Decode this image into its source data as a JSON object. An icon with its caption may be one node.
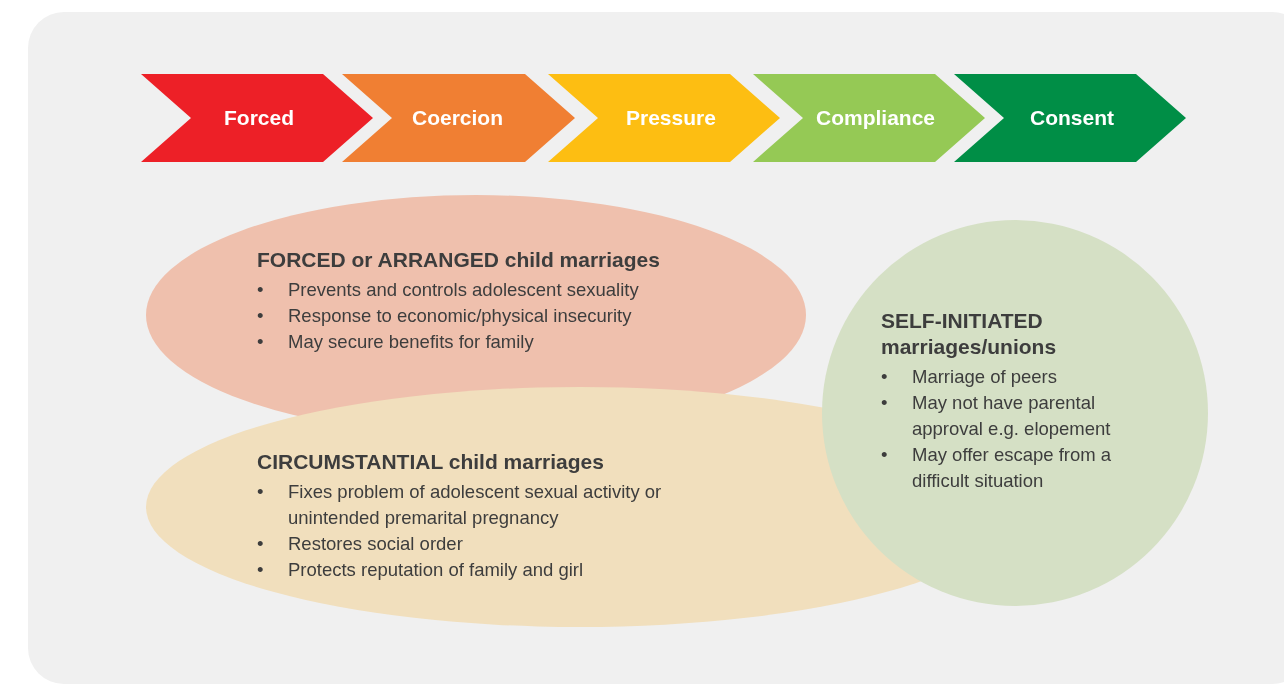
{
  "diagram": {
    "nodes": [
      {
        "text": [
          "Forced"
        ]
      },
      {
        "text": [
          "Coercion"
        ]
      },
      {
        "text": [
          "Pressure"
        ]
      },
      {
        "text": [
          "Compliance"
        ]
      },
      {
        "text": [
          "Consent"
        ]
      },
      {
        "text": [
          "FORCED or ARRANGED child marriages",
          "Prevents and controls adolescent sexuality",
          "Response to economic/physical insecurity",
          "May secure benefits for family"
        ]
      },
      {
        "text": [
          "CIRCUMSTANTIAL child marriages",
          "Fixes problem of adolescent sexual activity or unintended premarital pregnancy",
          "Restores social order",
          "Protects reputation of family and girl"
        ]
      },
      {
        "text": [
          "SELF-INITIATED marriages/unions",
          "Marriage of peers",
          "May not have parental approval e.g. elopement",
          "May offer escape from a difficult situation"
        ]
      }
    ],
    "labels": [
      "•",
      "•",
      "•",
      "•",
      "•",
      "•",
      "•",
      "•",
      "•"
    ]
  }
}
